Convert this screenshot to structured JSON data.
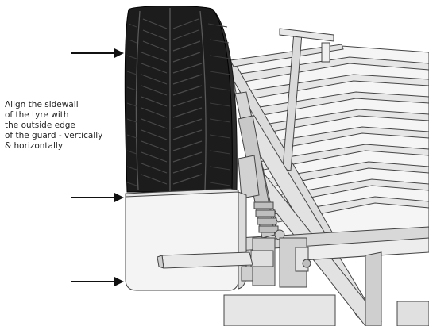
{
  "instruction": {
    "lines": [
      "Align the sidewall",
      "of the tyre with",
      "the outside edge",
      "of the guard - vertically",
      "& horizontally"
    ]
  },
  "colors": {
    "tyre": "#1c1c1c",
    "tread_line": "#5a5a5a",
    "guard": "#f4f4f4",
    "frame": "#e2e2e2",
    "outline": "#444444",
    "arrow": "#111111",
    "text": "#222222"
  },
  "arrows": [
    {
      "name": "arrow-tyre-top",
      "points_to": "tyre"
    },
    {
      "name": "arrow-guard-top",
      "points_to": "guard top edge"
    },
    {
      "name": "arrow-guard-bottom",
      "points_to": "guard bottom edge"
    }
  ]
}
